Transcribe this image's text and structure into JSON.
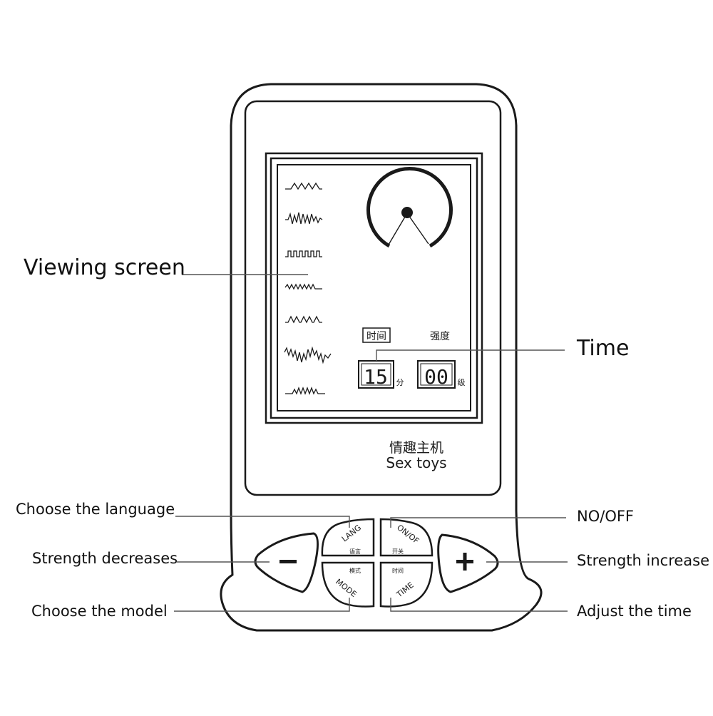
{
  "labels": {
    "viewing_screen": "Viewing screen",
    "time": "Time",
    "choose_language": "Choose the language",
    "strength_decreases": "Strength decreases",
    "choose_model": "Choose the model",
    "no_off": "NO/OFF",
    "strength_increase": "Strength increase",
    "adjust_time": "Adjust the time"
  },
  "screen": {
    "time_tag": "时间",
    "strength_tag": "强度",
    "time_digits": "15",
    "time_unit": "分",
    "level_digits": "00",
    "level_unit": "级"
  },
  "brand": {
    "chinese": "情趣主机",
    "english": "Sex toys"
  },
  "buttons": {
    "lang": "LANG",
    "lang_cn": "语言",
    "onoff": "ON/OF",
    "onoff_cn": "开关",
    "mode": "MODE",
    "mode_cn": "模式",
    "time": "TIME",
    "time_cn": "时间",
    "minus": "−",
    "plus": "+"
  },
  "colors": {
    "outline": "#1a1a1a",
    "leader": "#555555",
    "background": "#ffffff"
  }
}
